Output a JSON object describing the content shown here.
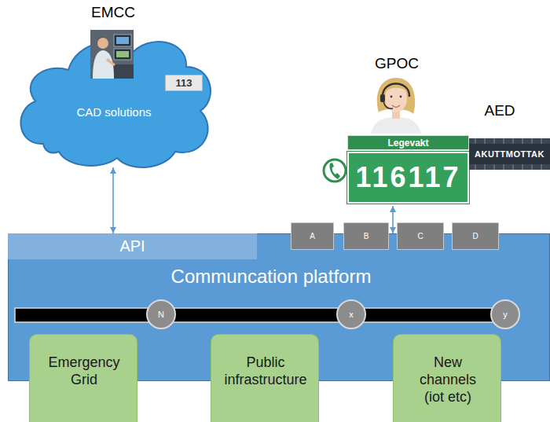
{
  "diagram": {
    "nodes": [
      {
        "text": [
          "EMCC",
          "CAD solutions"
        ]
      },
      {
        "text": [
          "113"
        ],
        "in": 0
      },
      {
        "text": [
          "GPOC",
          "Legevakt",
          "116117"
        ]
      },
      {
        "text": [
          "AED",
          "AKUTTMOTTAK"
        ]
      },
      {
        "text": [
          "Communcation platform"
        ]
      },
      {
        "text": [
          "API"
        ],
        "in": 4
      },
      {
        "text": [
          "A"
        ],
        "in": 4
      },
      {
        "text": [
          "B"
        ],
        "in": 4
      },
      {
        "text": [
          "C"
        ],
        "in": 4
      },
      {
        "text": [
          "D"
        ],
        "in": 4
      },
      {
        "text": [
          "N"
        ],
        "in": 4
      },
      {
        "text": [
          "x"
        ],
        "in": 4
      },
      {
        "text": [
          "y"
        ],
        "in": 4
      },
      {
        "text": [
          "Emergency Grid"
        ]
      },
      {
        "text": [
          "Public infrastructure"
        ]
      },
      {
        "text": [
          "New channels (iot etc)"
        ]
      }
    ],
    "edges": [
      {
        "from": 0,
        "to": 5,
        "arrow": "both"
      },
      {
        "from": 2,
        "to": 4,
        "arrow": "both"
      }
    ]
  }
}
